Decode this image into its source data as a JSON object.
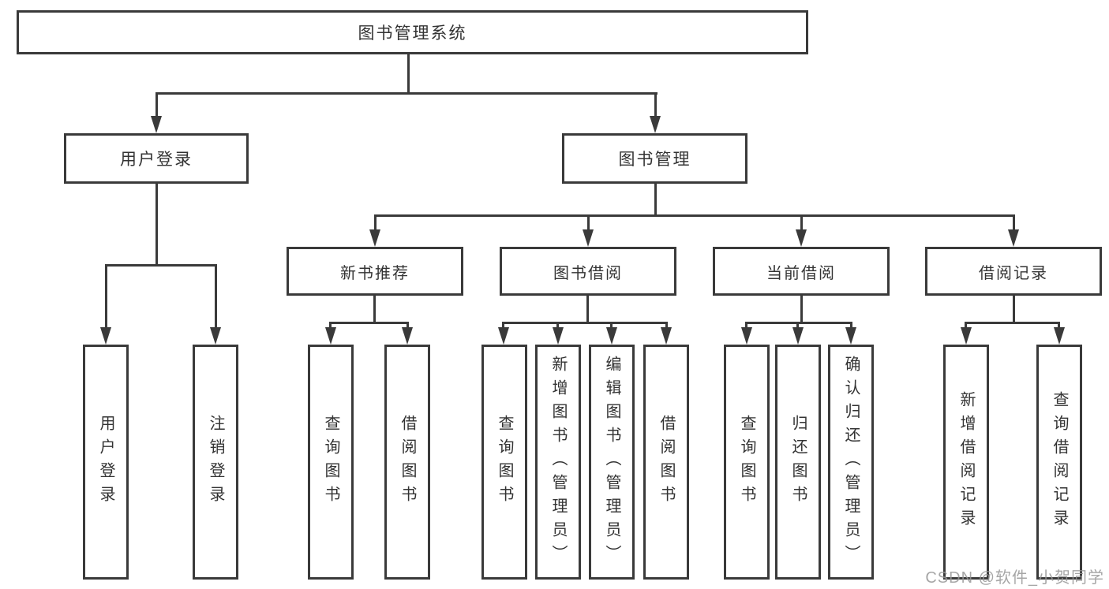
{
  "diagram": {
    "root": {
      "label": "图书管理系统"
    },
    "level2": [
      {
        "label": "用户登录",
        "children": [
          "用户登录",
          "注销登录"
        ]
      },
      {
        "label": "图书管理"
      }
    ],
    "level3": [
      {
        "label": "新书推荐",
        "children": [
          "查询图书",
          "借阅图书"
        ]
      },
      {
        "label": "图书借阅",
        "children": [
          "查询图书",
          "新增图书（管理员）",
          "编辑图书（管理员）",
          "借阅图书"
        ]
      },
      {
        "label": "当前借阅",
        "children": [
          "查询图书",
          "归还图书",
          "确认归还（管理员）"
        ]
      },
      {
        "label": "借阅记录",
        "children": [
          "新增借阅记录",
          "查询借阅记录"
        ]
      }
    ]
  },
  "watermark": "CSDN @软件_小贺同学",
  "colors": {
    "line": "#3a3a3a",
    "text": "#333333",
    "background": "#ffffff",
    "watermark": "#969696"
  }
}
